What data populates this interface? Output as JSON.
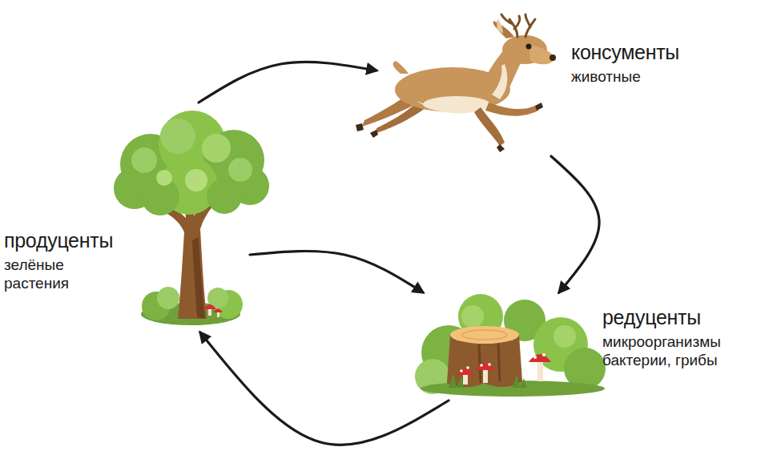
{
  "diagram": {
    "nodes": [
      {
        "text": [
          "продуценты",
          "зелёные растения"
        ]
      },
      {
        "text": [
          "консументы",
          "животные"
        ]
      },
      {
        "text": [
          "редуценты",
          "микроорганизмы",
          "бактерии, грибы"
        ]
      }
    ],
    "edges": [
      {
        "from": 0,
        "to": 1,
        "arrow": "to"
      },
      {
        "from": 1,
        "to": 2,
        "arrow": "to"
      },
      {
        "from": 0,
        "to": 2,
        "arrow": "to"
      },
      {
        "from": 2,
        "to": 0,
        "arrow": "to"
      }
    ]
  }
}
